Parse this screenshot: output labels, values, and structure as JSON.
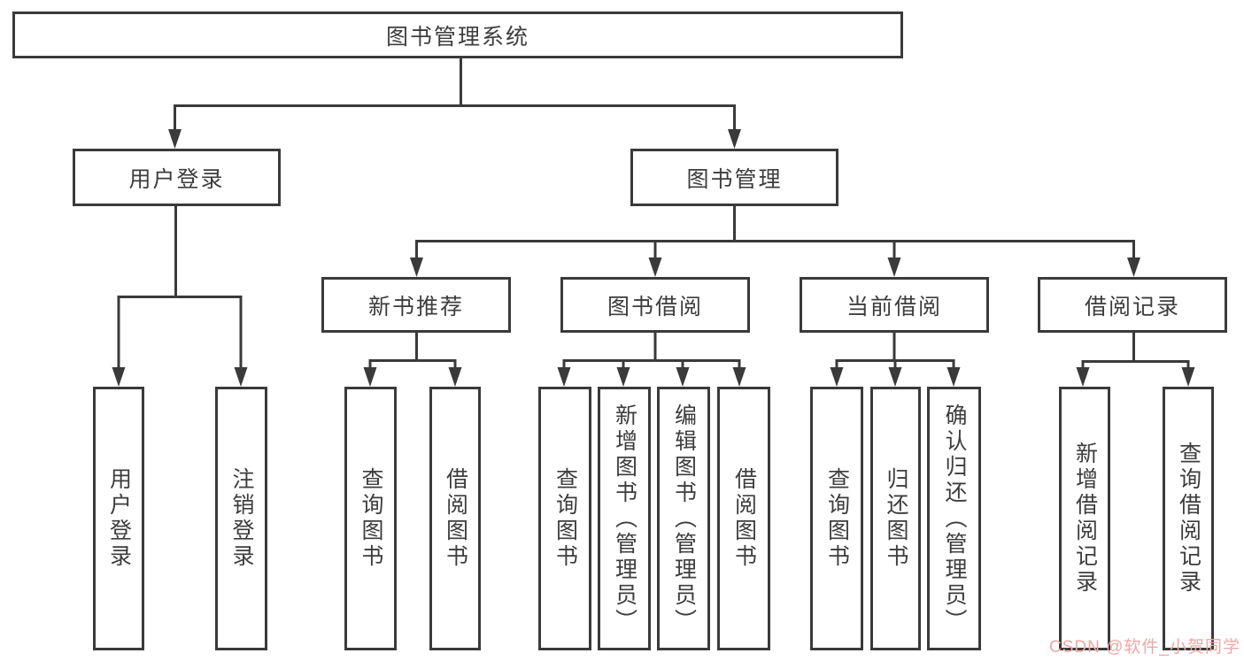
{
  "diagram": {
    "root": {
      "label": "图书管理系统"
    },
    "branches": [
      {
        "label": "用户登录",
        "children": [
          {
            "label": "用户登录"
          },
          {
            "label": "注销登录"
          }
        ]
      },
      {
        "label": "图书管理",
        "children": [
          {
            "label": "新书推荐",
            "children": [
              {
                "label": "查询图书"
              },
              {
                "label": "借阅图书"
              }
            ]
          },
          {
            "label": "图书借阅",
            "children": [
              {
                "label": "查询图书"
              },
              {
                "label": "新增图书（管理员）"
              },
              {
                "label": "编辑图书（管理员）"
              },
              {
                "label": "借阅图书"
              }
            ]
          },
          {
            "label": "当前借阅",
            "children": [
              {
                "label": "查询图书"
              },
              {
                "label": "归还图书"
              },
              {
                "label": "确认归还（管理员）"
              }
            ]
          },
          {
            "label": "借阅记录",
            "children": [
              {
                "label": "新增借阅记录"
              },
              {
                "label": "查询借阅记录"
              }
            ]
          }
        ]
      }
    ]
  },
  "watermark": {
    "text": "CSDN @软件_小贺同学",
    "color": "#efa7a4"
  },
  "colors": {
    "line": "#3a3a3a",
    "text": "#3d3d3d",
    "background": "#ffffff"
  }
}
